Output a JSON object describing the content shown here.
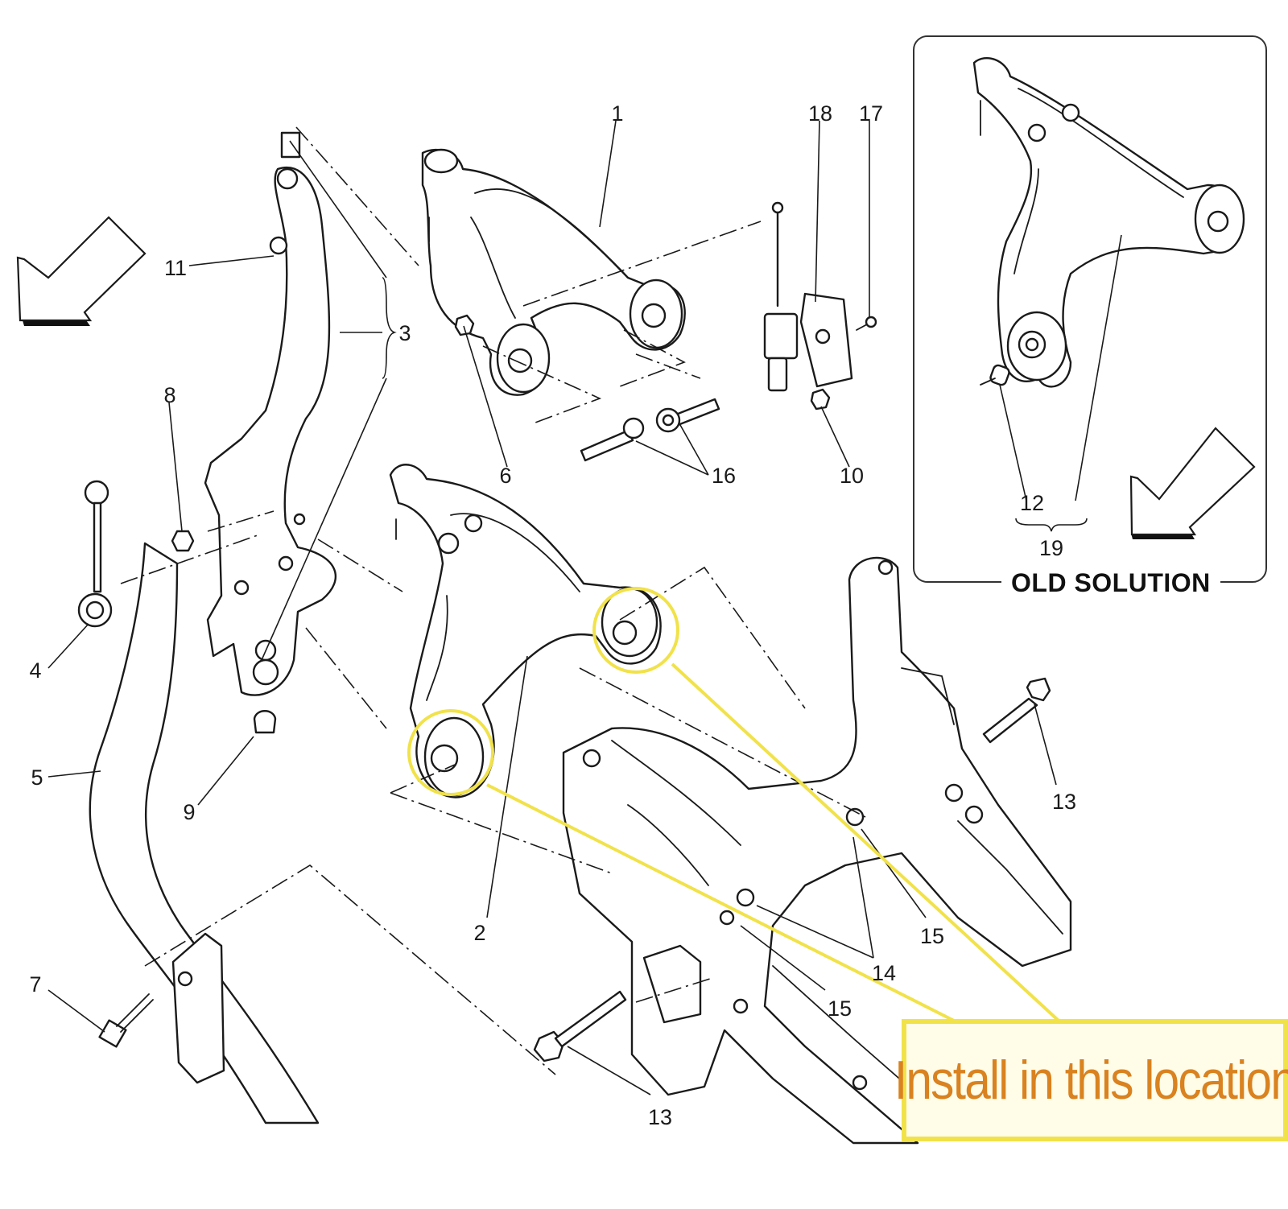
{
  "diagram": {
    "callouts": [
      "1",
      "2",
      "3",
      "4",
      "5",
      "6",
      "7",
      "8",
      "9",
      "10",
      "11",
      "12",
      "13",
      "13",
      "14",
      "15",
      "15",
      "16",
      "17",
      "18",
      "19"
    ],
    "inset": {
      "title": "OLD SOLUTION",
      "labels": [
        "12",
        "19"
      ]
    },
    "note": {
      "text": "Install in this location",
      "highlight_color": "#f1e24a",
      "text_color": "#d9821f"
    }
  }
}
